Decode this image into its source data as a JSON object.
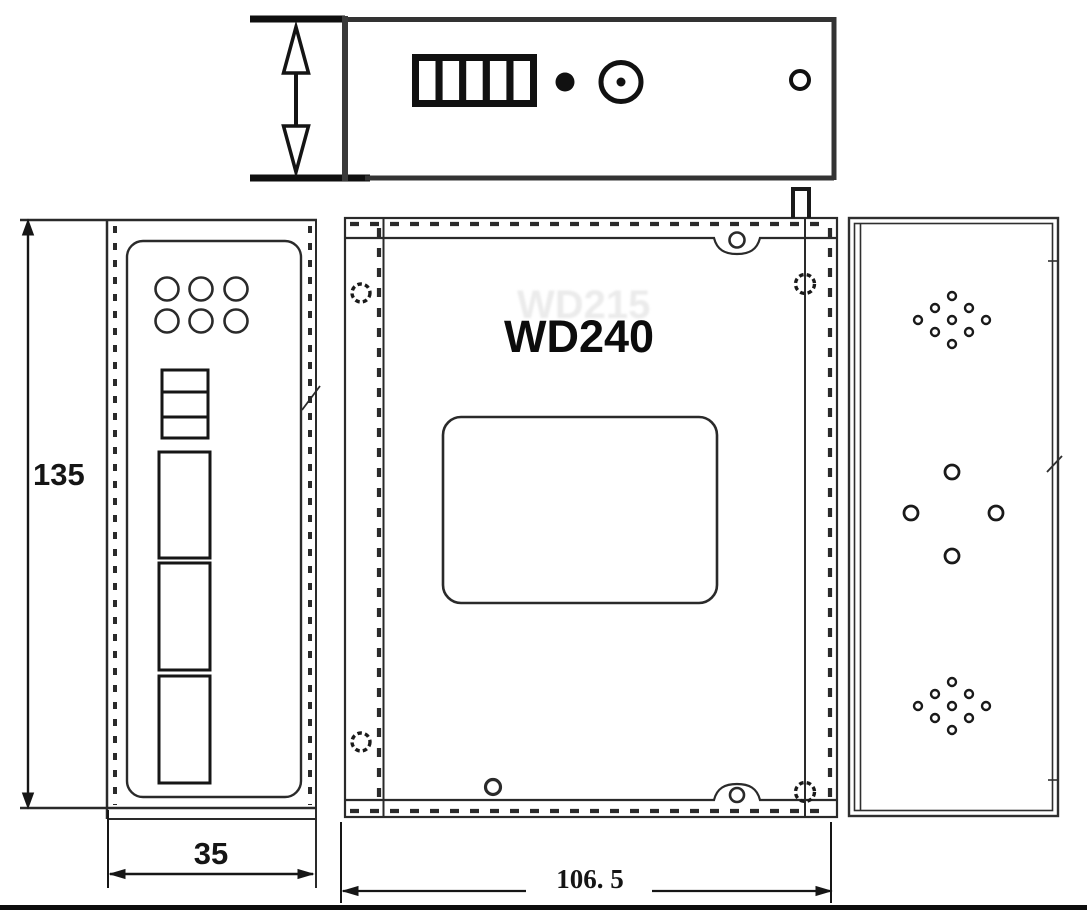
{
  "drawing": {
    "model": "WD240",
    "ghost_model": "WD215",
    "dimensions": {
      "height_mm": "135",
      "depth_mm": "35",
      "width_mm": "106. 5"
    },
    "colors": {
      "line": "#2a2a2a",
      "heavy_line": "#161616",
      "background": "#ffffff"
    },
    "views": {
      "top_view": {
        "features": [
          "height-dimension-arrow",
          "terminal-block-5-slot",
          "indicator-dot",
          "antenna-connector-jack",
          "mount-hole"
        ]
      },
      "left_side_view": {
        "features": [
          "led-hole-grid-2x3",
          "terminal-3-row",
          "port-slot-1",
          "port-slot-2",
          "port-slot-3"
        ],
        "dimension_labels": [
          "135",
          "35"
        ]
      },
      "front_view": {
        "features": [
          "model-label",
          "label-recess",
          "screw-hole-top-left",
          "screw-hole-top-right",
          "screw-hole-bottom-left",
          "screw-hole-bottom-right",
          "din-notch-top",
          "din-notch-bottom",
          "bottom-hole",
          "antenna-stub"
        ],
        "dimension_labels": [
          "106. 5"
        ]
      },
      "right_side_view": {
        "features": [
          "vent-diamond-top",
          "mount-hole-diamond-4",
          "vent-diamond-bottom"
        ]
      }
    }
  }
}
